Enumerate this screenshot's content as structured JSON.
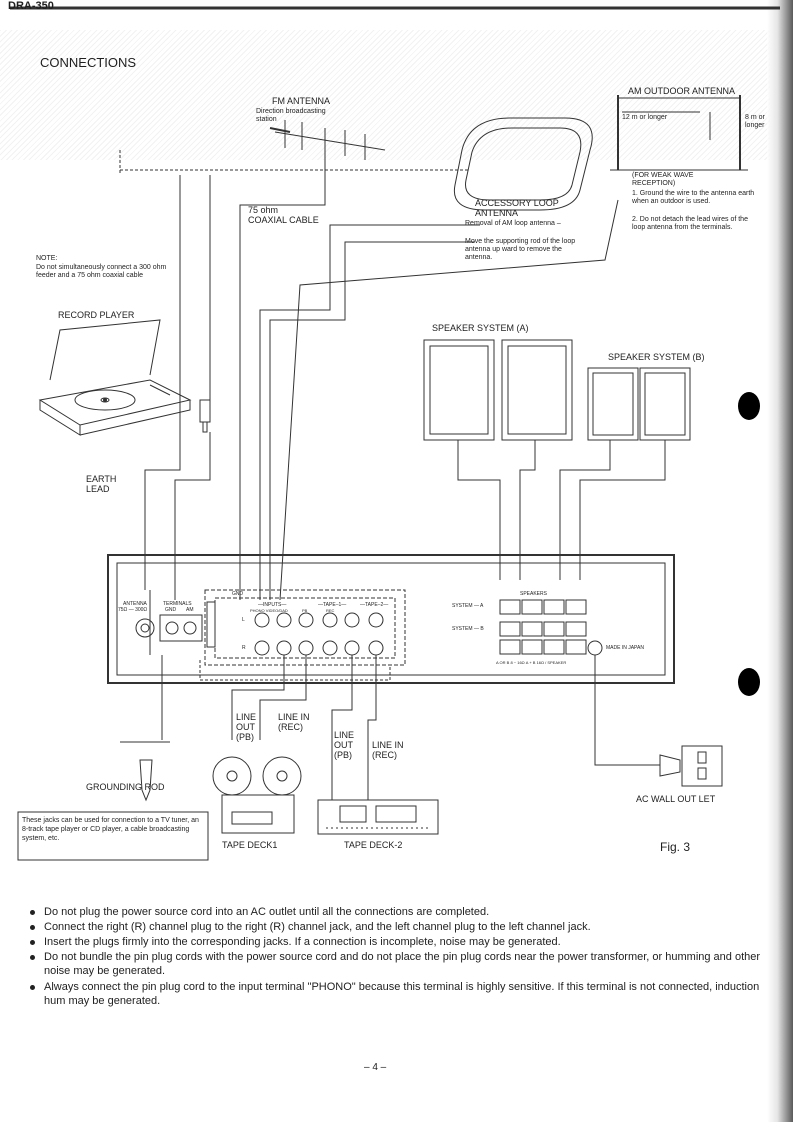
{
  "header": {
    "model_code": "DRA-350",
    "section_title": "CONNECTIONS"
  },
  "fm_antenna": {
    "title": "FM ANTENNA",
    "direction": "Direction broadcasting station",
    "cable_ohm": "75 ohm",
    "cable": "COAXIAL CABLE"
  },
  "loop_antenna": {
    "title": "ACCESSORY LOOP ANTENNA",
    "removal": "Removal of AM loop antenna –",
    "instructions": "Move the supporting rod of the loop antenna up ward to remove the antenna."
  },
  "am_outdoor": {
    "title": "AM OUTDOOR ANTENNA",
    "length_a": "12 m or longer",
    "length_b": "8 m or longer",
    "weak_wave": "(FOR WEAK WAVE RECEPTION)",
    "step1": "1.  Ground the wire to the antenna earth when an outdoor is used.",
    "step2": "2.  Do not detach the lead wires of the loop antenna from the terminals."
  },
  "note": {
    "label": "NOTE:",
    "text": "Do not simultaneously connect a 300 ohm feeder and a 75 ohm coaxial cable"
  },
  "record_player": {
    "label": "RECORD PLAYER"
  },
  "earth_lead": {
    "line1": "EARTH",
    "line2": "LEAD"
  },
  "speakers": {
    "system_a": "SPEAKER SYSTEM (A)",
    "system_b": "SPEAKER SYSTEM (B)"
  },
  "rear_panel": {
    "antenna_label": "ANTENNA",
    "antenna_sub": "75Ω — 300Ω",
    "terminals_label": "TERMINALS",
    "gnd_label": "GND",
    "am_label": "AM",
    "gnd_top": "GND",
    "inputs_label": "—INPUTS—",
    "phono_video": "PHONO VIDEO/DAD",
    "tape1_label": "—TAPE–1—",
    "tape2_label": "—TAPE–2—",
    "pb": "PB",
    "rec": "REC",
    "l": "L",
    "r": "R",
    "speakers_label": "SPEAKERS",
    "system_a": "SYSTEM — A",
    "system_b": "SYSTEM — B",
    "impedance": "A OR B   8 ~ 16Ω   A + B   16Ω / SPEAKER",
    "made_in": "MADE IN JAPAN"
  },
  "grounding_rod": {
    "label": "GROUNDING ROD"
  },
  "tape_deck1": {
    "label": "TAPE DECK1",
    "line_out": "LINE OUT (PB)",
    "line_in": "LINE IN (REC)"
  },
  "tape_deck2": {
    "label": "TAPE DECK-2",
    "line_out": "LINE OUT (PB)",
    "line_in": "LINE IN (REC)"
  },
  "jack_note": {
    "text": "These jacks can be used for connection to a TV tuner, an 8-track tape player or CD player, a cable broadcasting system, etc."
  },
  "ac_outlet": {
    "label": "AC WALL OUT LET"
  },
  "figure_label": "Fig. 3",
  "bullets": [
    "Do not plug the power source cord into an AC outlet until all the connections are completed.",
    "Connect the right (R) channel plug to the right (R) channel jack, and the left channel plug to the left channel jack.",
    "Insert the plugs firmly into the corresponding jacks. If a connection is incomplete, noise may be generated.",
    "Do not bundle the pin plug cords with the power source cord and do not place the pin plug cords near the power transformer, or humming and other noise may be generated.",
    "Always connect the pin plug cord to the input terminal \"PHONO\" because this terminal is highly sensitive. If this terminal is not connected, induction hum may be generated."
  ],
  "page_number": "– 4 –"
}
